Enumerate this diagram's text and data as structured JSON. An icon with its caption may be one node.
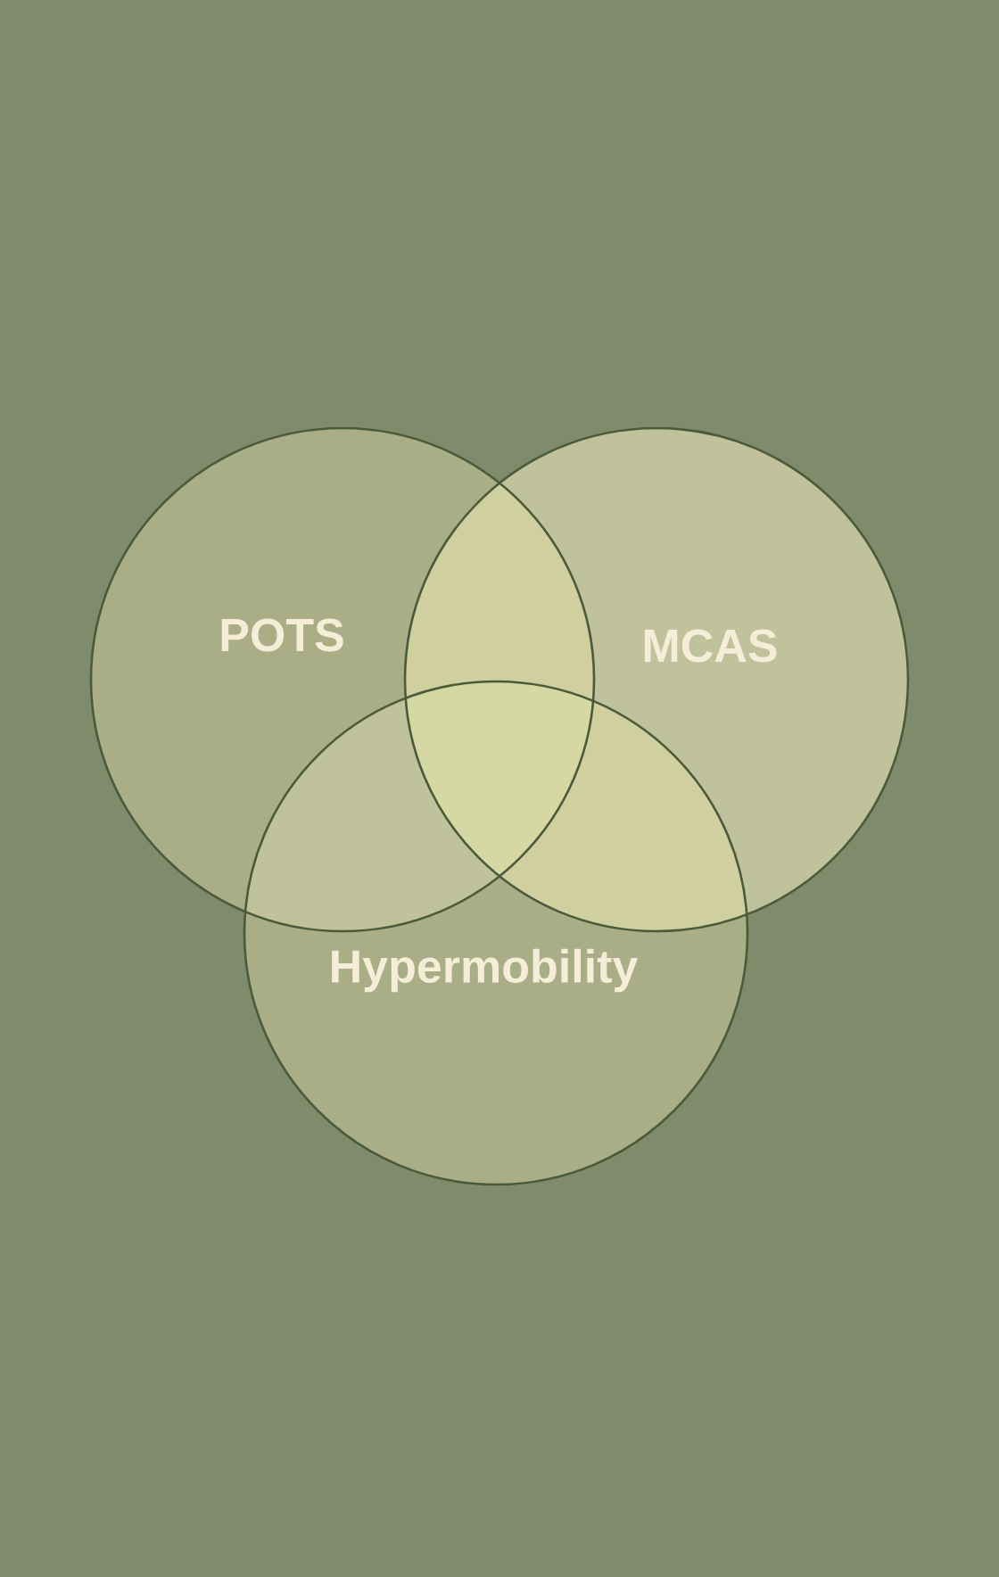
{
  "diagram": {
    "nodes": [
      {
        "text": [
          "POTS"
        ]
      },
      {
        "text": [
          "MCAS"
        ]
      },
      {
        "text": [
          "Hypermobility"
        ]
      }
    ]
  }
}
